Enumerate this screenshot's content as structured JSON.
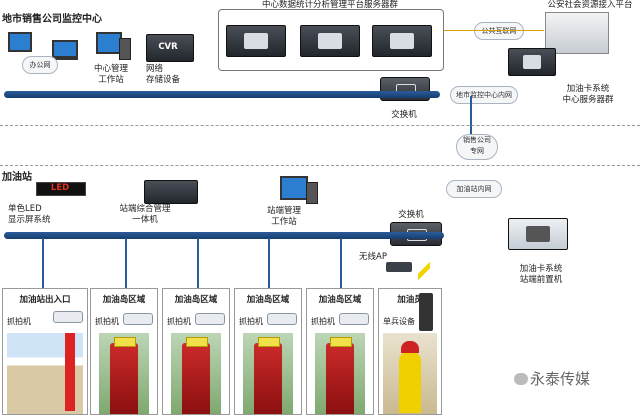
{
  "top": {
    "center_title": "地市销售公司监控中心",
    "office_cloud": "办公网",
    "center_station": "中心管理\n工作站",
    "nvr_label": "网络\n存储设备",
    "nvr_badge": "CVR",
    "server_group": "中心数据统计分析管理平台服务器群",
    "public_security": "公安社会资源接入平台",
    "public_net": "公共互联网",
    "fuel_card_center": "加油卡系统\n中心服务器群",
    "city_net": "地市监控中心内网",
    "switch": "交换机"
  },
  "middle": {
    "sales_net": "销售公司\n专网",
    "station_net": "加油站内网"
  },
  "station": {
    "title": "加油站",
    "led_text": "LED",
    "led_label": "单色LED\n显示屏系统",
    "mgmt_box": "站端综合管理\n一体机",
    "workstation": "站端管理\n工作站",
    "switch": "交换机",
    "wifi": "无线AP",
    "fuel_card_station": "加油卡系统\n站端前置机"
  },
  "zones": [
    {
      "title": "加油站出入口",
      "sub": "抓拍机"
    },
    {
      "title": "加油岛区域",
      "sub": "抓拍机"
    },
    {
      "title": "加油岛区域",
      "sub": "抓拍机"
    },
    {
      "title": "加油岛区域",
      "sub": "抓拍机"
    },
    {
      "title": "加油岛区域",
      "sub": "抓拍机"
    },
    {
      "title": "加油员",
      "sub": "单兵设备"
    }
  ],
  "watermark": "永泰传媒",
  "colors": {
    "bus": "#2a5c9a",
    "arrow": "#d8a200",
    "led": "#e03020"
  }
}
